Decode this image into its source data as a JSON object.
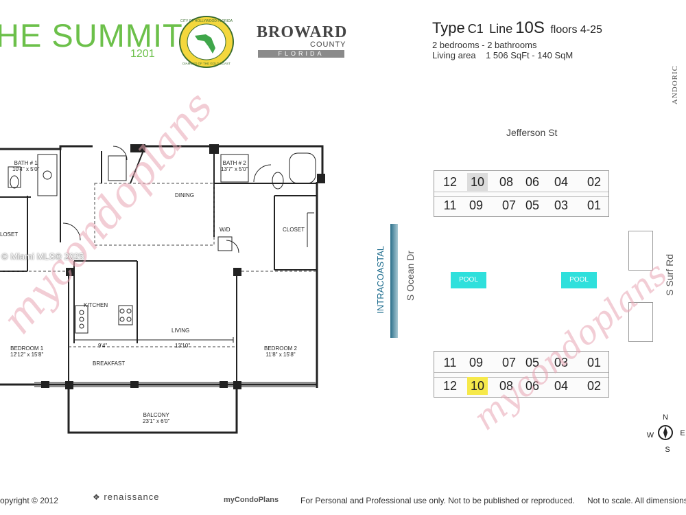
{
  "header": {
    "title": "HE SUMMIT",
    "building_number": "1201",
    "seal_text": "CITY OF HOLLYWOOD FLORIDA",
    "seal_sub": "DIAMOND OF THE GOLD COAST",
    "broward_text": "BROWARD",
    "county_text": "COUNTY",
    "florida_text": "FLORIDA"
  },
  "unit_type": {
    "type_label": "Type",
    "type_value": "C1",
    "line_label": "Line",
    "line_value": "10S",
    "floors": "floors 4-25",
    "bedrooms": "2 bedrooms - 2 bathrooms",
    "living_area_label": "Living area",
    "living_area_value": "1 506 SqFt - 140 SqM"
  },
  "developer_mark": "ANDORIC",
  "floorplan": {
    "rooms": {
      "bath1": "BATH # 1",
      "bath1_dim": "10'4\" x 5'0\"",
      "bath2": "BATH # 2",
      "bath2_dim": "13'7\" x 5'0\"",
      "closet_left": "LOSET",
      "closet_right": "CLOSET",
      "dining": "DINING",
      "wd": "W/D",
      "kitchen": "KITCHEN",
      "living": "LIVING",
      "breakfast": "BREAKFAST",
      "bedroom1": "BEDROOM 1",
      "bedroom1_dim": "12'12\" x 15'8\"",
      "bedroom2": "BEDROOM 2",
      "bedroom2_dim": "11'8\" x 15'8\"",
      "balcony": "BALCONY",
      "balcony_dim": "23'1\" x 6'0\"",
      "dim_kitchen": "9'4\"",
      "dim_living": "13'10\""
    }
  },
  "site_plan": {
    "jefferson": "Jefferson St",
    "intracoastal": "INTRACOASTAL",
    "ocean_dr": "S Ocean Dr",
    "surf_rd": "S Surf Rd",
    "pool_left": "POOL",
    "pool_right": "POOL",
    "north_building": {
      "top_row": [
        "12",
        "10",
        "08",
        "06",
        "04",
        "02"
      ],
      "bottom_row": [
        "11",
        "09",
        "07",
        "05",
        "03",
        "01"
      ]
    },
    "south_building": {
      "top_row": [
        "11",
        "09",
        "07",
        "05",
        "03",
        "01"
      ],
      "bottom_row": [
        "12",
        "10",
        "08",
        "06",
        "04",
        "02"
      ]
    },
    "compass": {
      "n": "N",
      "s": "S",
      "e": "E",
      "w": "W"
    }
  },
  "watermarks": {
    "mycondoplans": "mycondoplans",
    "mls": "© Miami MLS® 2025"
  },
  "footer": {
    "copyright": "opyright © 2012",
    "renaissance": "renaissance",
    "mycondoplans": "myCondoPlans",
    "usage": "For Personal and Professional use only.  Not to be published or reproduced.",
    "scale": "Not to scale.  All dimensions ap"
  },
  "colors": {
    "title_green": "#6cc04a",
    "highlight_yellow": "#f6e94a",
    "highlight_grey": "#dcdcdc",
    "pool_cyan": "#2fe0dc",
    "watermark_pink": "#e8a5b3"
  }
}
